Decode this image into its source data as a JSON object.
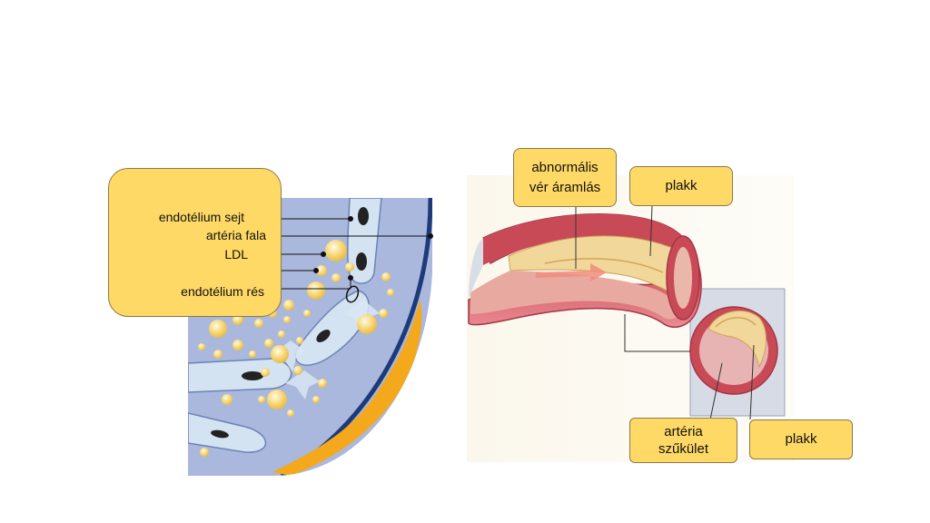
{
  "left_panel": {
    "labels": [
      "endotélium sejt",
      "artéria fala",
      "LDL",
      "endotélium rés"
    ]
  },
  "right_panel": {
    "abnormal_flow_line1": "abnormális",
    "abnormal_flow_line2": "vér áramlás",
    "plaque_top": "plakk",
    "stenosis_line1": "artéria",
    "stenosis_line2": "szűkület",
    "plaque_bottom": "plakk"
  },
  "colors": {
    "label_fill": "#ffd966",
    "vessel_blue": "#a9b8dc",
    "cell_blue": "#d4e3f2",
    "ldl_yellow": "#f6d36a",
    "artery_red": "#d9606c",
    "plaque_yellow": "#f2d79a"
  }
}
